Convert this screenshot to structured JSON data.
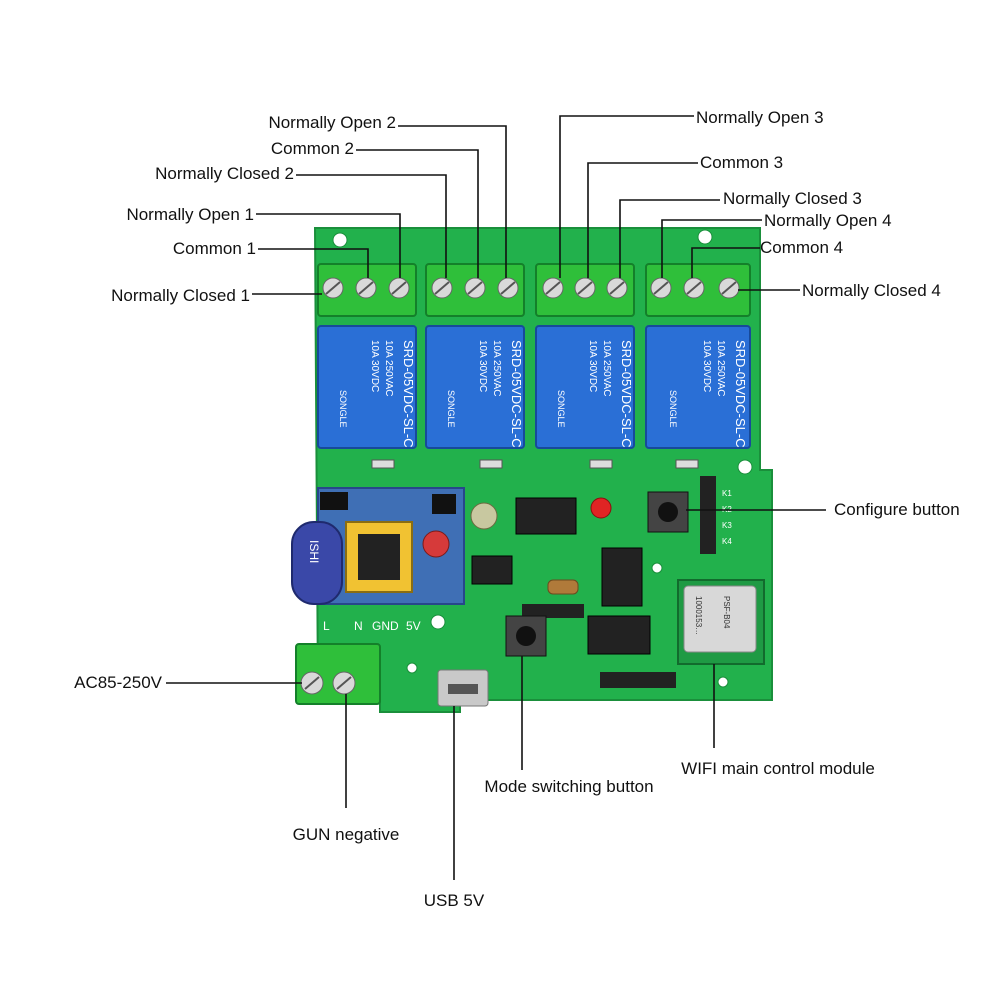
{
  "labels": {
    "no2": "Normally Open 2",
    "com2": "Common 2",
    "nc2": "Normally Closed 2",
    "no1": "Normally Open 1",
    "com1": "Common 1",
    "nc1": "Normally Closed 1",
    "no3": "Normally Open 3",
    "com3": "Common 3",
    "nc3": "Normally Closed 3",
    "no4": "Normally Open 4",
    "com4": "Common 4",
    "nc4": "Normally Closed 4",
    "configure": "Configure button",
    "ac": "AC85-250V",
    "gun": "GUN negative",
    "usb": "USB 5V",
    "mode": "Mode switching button",
    "wifi": "WIFI main control module"
  },
  "board": {
    "relay_print": [
      "SRD-05VDC-SL-C",
      "10A 250VAC",
      "10A 30VDC",
      "SONGLE"
    ],
    "power_pins": [
      "L",
      "N",
      "GND",
      "5V"
    ],
    "header_pins": [
      "K1",
      "K2",
      "K3",
      "K4"
    ],
    "capacitor_text": "ISHI",
    "module_text": [
      "PSF-B04",
      "1000153…"
    ]
  },
  "colors": {
    "pcb": "#22b14c",
    "pcb_dark": "#1a8f3b",
    "relay": "#2a6fd6",
    "terminal": "#2fbf3a",
    "leader": "#111111"
  }
}
